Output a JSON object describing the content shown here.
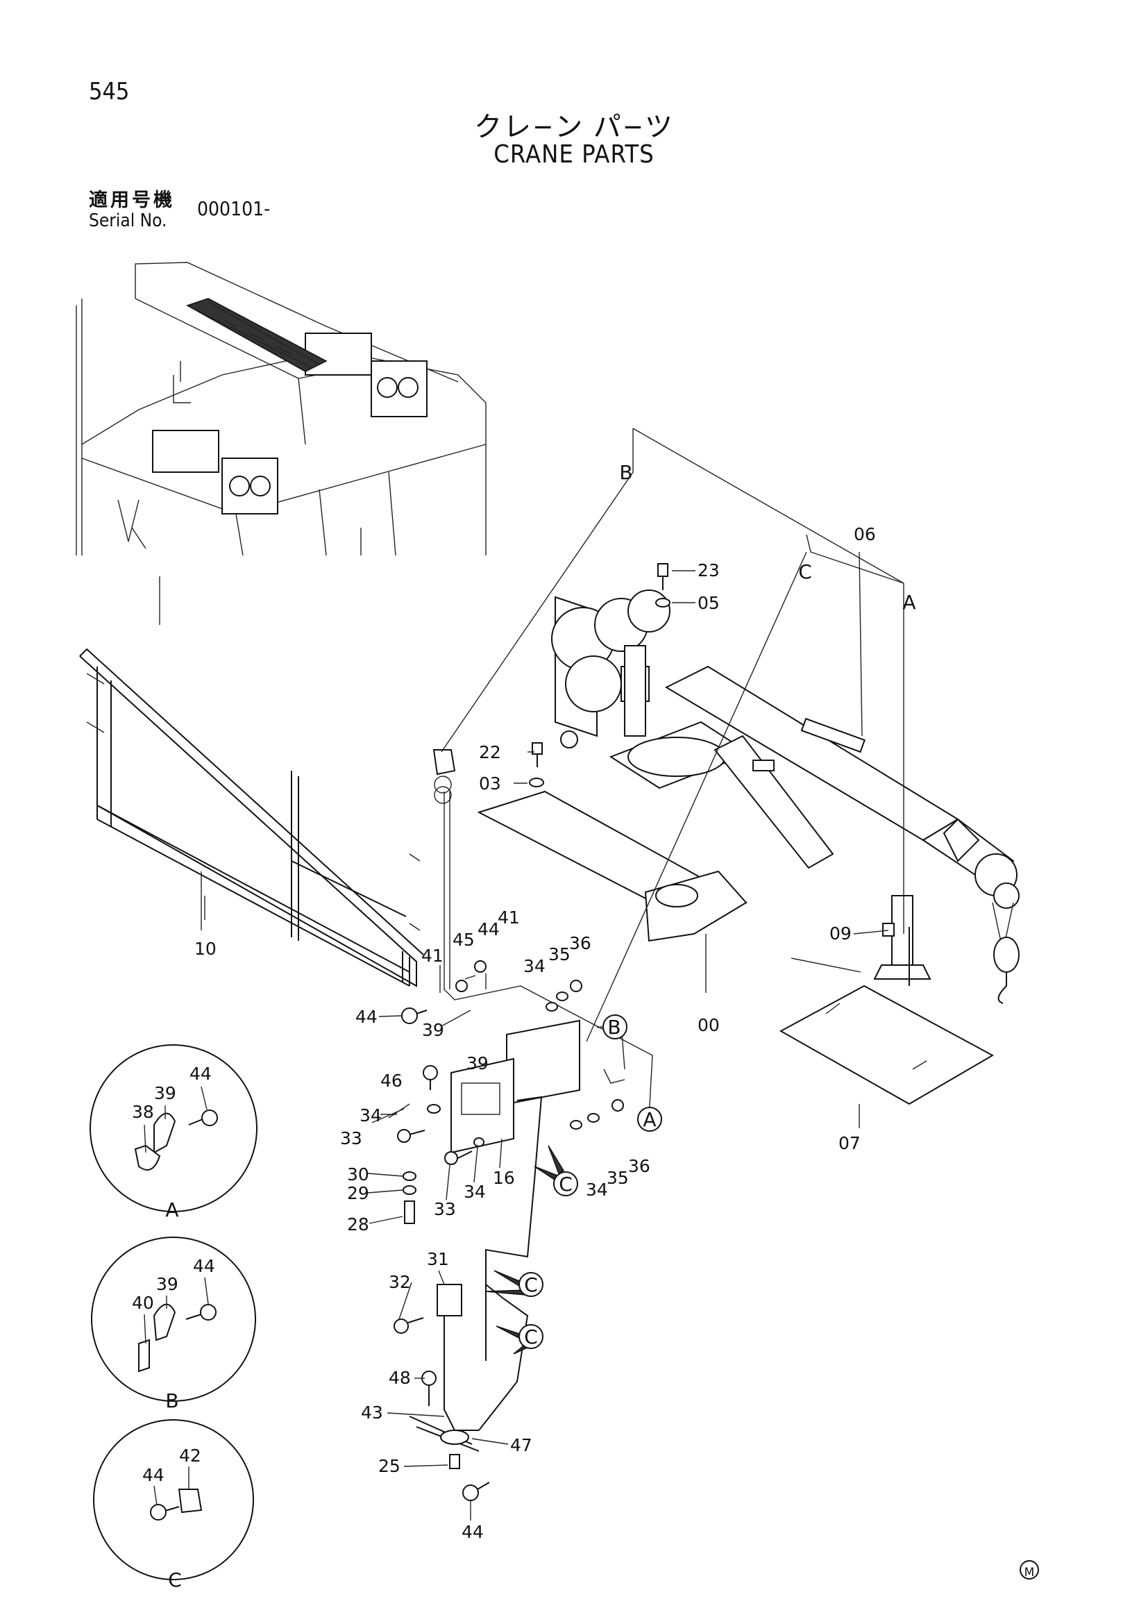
{
  "page_number": "545",
  "title_ja": "クレ−ン パ−ツ",
  "title_en": "CRANE PARTS",
  "serial_label_ja": "適用号機",
  "serial_label_en": "Serial No.",
  "serial_value": "000101-",
  "mark": "M",
  "callouts": [
    "A",
    "B",
    "C"
  ],
  "detail_views": [
    {
      "label": "A",
      "parts": [
        "38",
        "39",
        "44"
      ]
    },
    {
      "label": "B",
      "parts": [
        "40",
        "39",
        "44"
      ]
    },
    {
      "label": "C",
      "parts": [
        "44",
        "42"
      ]
    }
  ],
  "part_labels": [
    "00",
    "03",
    "05",
    "06",
    "07",
    "09",
    "10",
    "16",
    "22",
    "23",
    "25",
    "28",
    "29",
    "30",
    "31",
    "32",
    "33",
    "34",
    "35",
    "36",
    "39",
    "41",
    "43",
    "44",
    "45",
    "46",
    "47",
    "48"
  ]
}
